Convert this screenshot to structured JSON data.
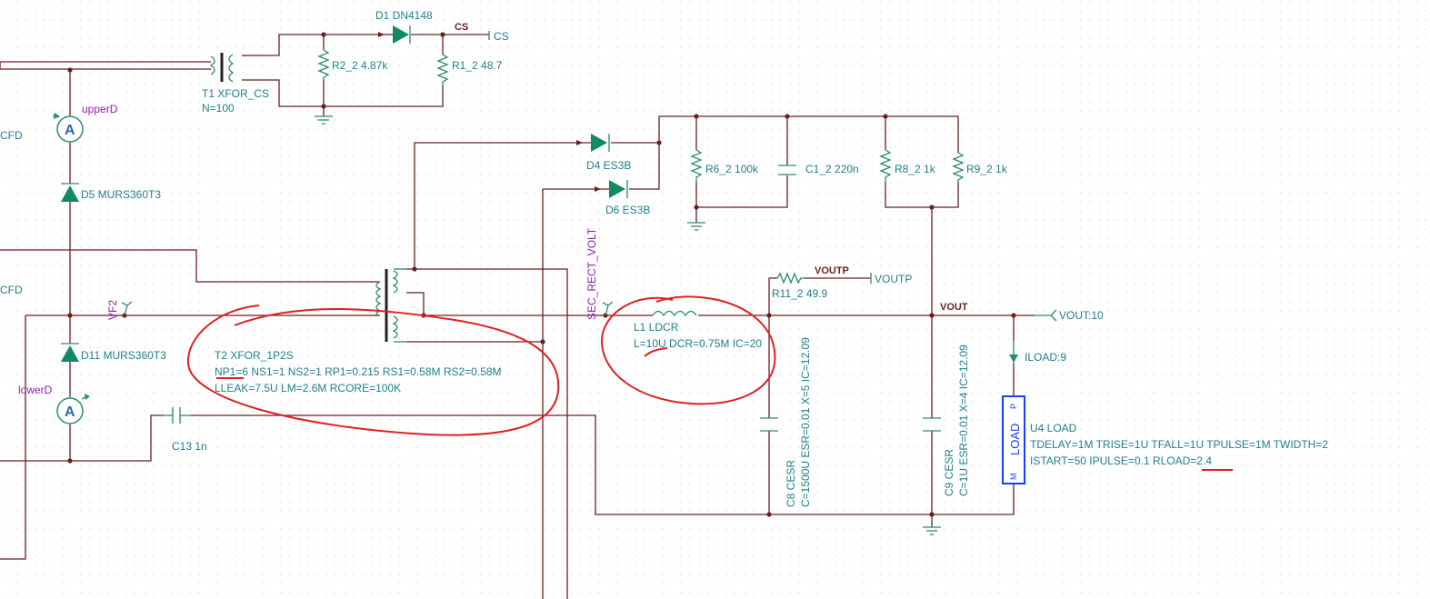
{
  "parts": {
    "d1": "D1 DN4148",
    "t1_name": "T1 XFOR_CS",
    "t1_param": "N=100",
    "r2": "R2_2 4.87k",
    "r1": "R1_2 48.7",
    "d4": "D4 ES3B",
    "d6": "D6 ES3B",
    "r6": "R6_2 100k",
    "c1": "C1_2 220n",
    "r8": "R8_2 1k",
    "r9": "R9_2 1k",
    "d5": "D5 MURS360T3",
    "d11": "D11 MURS360T3",
    "t2_name": "T2 XFOR_1P2S",
    "t2_line1": "NP1=6 NS1=1 NS2=1 RP1=0.215 RS1=0.58M RS2=0.58M",
    "t2_line2": "LLEAK=7.5U LM=2.6M RCORE=100K",
    "l1_name": "L1 LDCR",
    "l1_param": "L=10U DCR=0.75M IC=20",
    "r11": "R11_2 49.9",
    "c13": "C13 1n",
    "c8_name": "C8 CESR",
    "c8_param": "C=1500U ESR=0.01 X=5 IC=12.09",
    "c9_name": "C9 CESR",
    "c9_param": "C=1U ESR=0.01 X=4 IC=12.09",
    "u4_name": "U4 LOAD",
    "u4_line1": "TDELAY=1M TRISE=1U TFALL=1U TPULSE=1M TWIDTH=2",
    "u4_line2": "ISTART=50 IPULSE=0.1 RLOAD=2.4",
    "load_box": "LOAD",
    "load_p": "P",
    "load_m": "M"
  },
  "nets": {
    "cs_wire": "CS",
    "cs_port": "CS",
    "voutp_wire": "VOUTP",
    "voutp_port": "VOUTP",
    "vout_wire": "VOUT",
    "vout_port": "VOUT:10",
    "iload": "ILOAD:9",
    "sec_rect_volt": "SEC_RECT_VOLT",
    "vf2": "VF2",
    "cfd_top": "CFD",
    "cfd_bottom": "CFD"
  },
  "probes": {
    "upper": "upperD",
    "lower": "lowerD",
    "meter_symbol": "A"
  },
  "colors": {
    "wire": "#6b1e1e",
    "component": "#2a8a6a",
    "label": "#1f7f86",
    "probe": "#8e1fa8",
    "load_box": "#1a3cff",
    "annotation": "#e02020"
  }
}
